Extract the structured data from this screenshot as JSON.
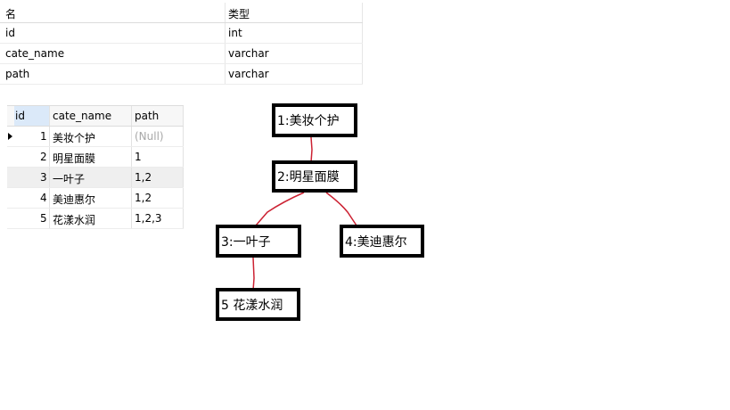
{
  "schema": {
    "headers": [
      "名",
      "类型"
    ],
    "rows": [
      {
        "name": "id",
        "type": "int"
      },
      {
        "name": "cate_name",
        "type": "varchar"
      },
      {
        "name": "path",
        "type": "varchar"
      }
    ]
  },
  "grid": {
    "headers": [
      "id",
      "cate_name",
      "path"
    ],
    "rows": [
      {
        "id": "1",
        "cate_name": "美妆个护",
        "path": "(Null)"
      },
      {
        "id": "2",
        "cate_name": "明星面膜",
        "path": "1"
      },
      {
        "id": "3",
        "cate_name": "一叶子",
        "path": "1,2"
      },
      {
        "id": "4",
        "cate_name": "美迪惠尔",
        "path": "1,2"
      },
      {
        "id": "5",
        "cate_name": "花漾水润",
        "path": "1,2,3"
      }
    ]
  },
  "tree": {
    "nodes": [
      {
        "label": "1:美妆个护"
      },
      {
        "label": "2:明星面膜"
      },
      {
        "label": "3:一叶子"
      },
      {
        "label": "4:美迪惠尔"
      },
      {
        "label": "5 花漾水润"
      }
    ],
    "link_color": "#cc2233"
  }
}
